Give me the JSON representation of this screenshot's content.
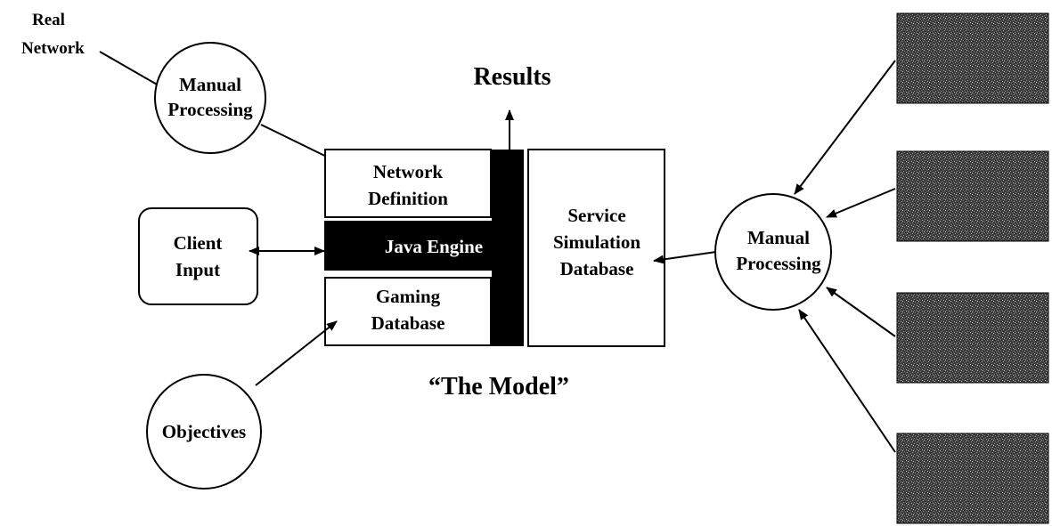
{
  "diagram": {
    "real_network": [
      "Real",
      "Network"
    ],
    "manual_processing_left": [
      "Manual",
      "Processing"
    ],
    "results": "Results",
    "network_definition": [
      "Network",
      "Definition"
    ],
    "java_engine": "Java Engine",
    "gaming_database": [
      "Gaming",
      "Database"
    ],
    "service_simulation_database": [
      "Service",
      "Simulation",
      "Database"
    ],
    "client_input": [
      "Client",
      "Input"
    ],
    "objectives": "Objectives",
    "the_model": "“The Model”",
    "manual_processing_right": [
      "Manual",
      "Processing"
    ]
  }
}
